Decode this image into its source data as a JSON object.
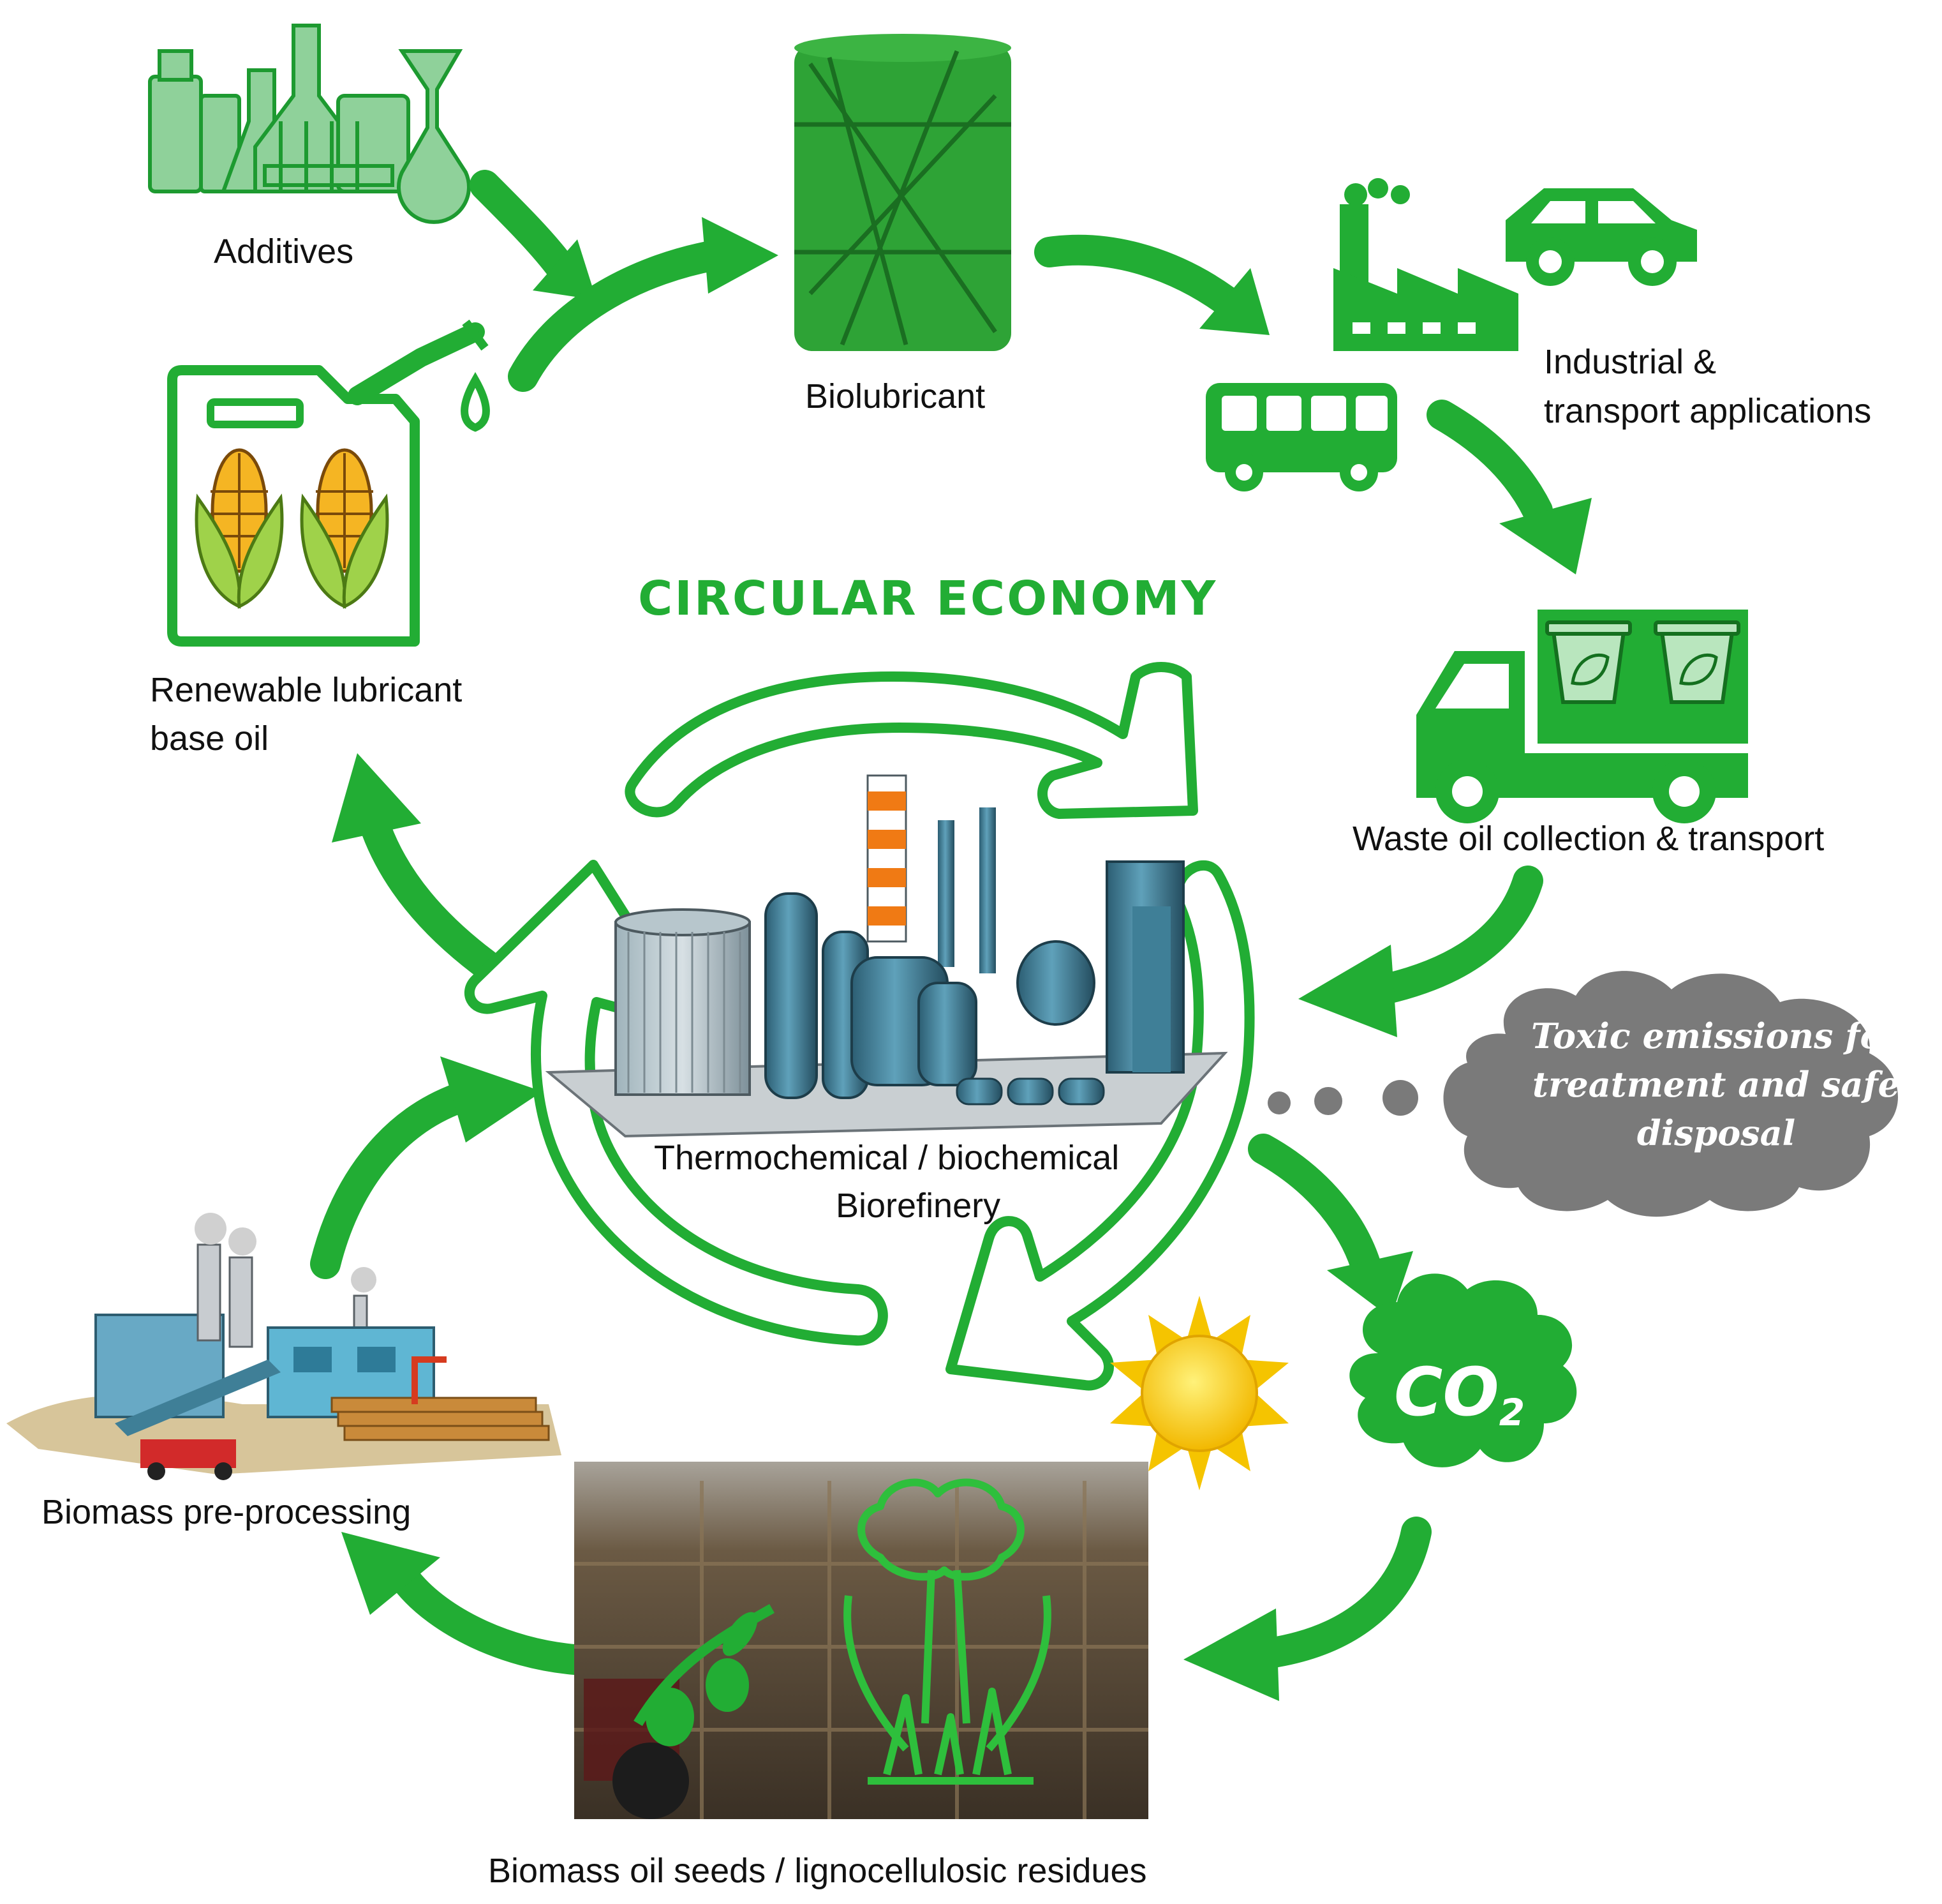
{
  "colors": {
    "accent": "#22ad34",
    "accent_dark": "#1a8c2b",
    "cloud": "#7a7a7a",
    "sun": "#f5c400",
    "refinery": "#3d7a93"
  },
  "title": "CIRCULAR ECONOMY",
  "nodes": {
    "additives": "Additives",
    "biolubricant": "Biolubricant",
    "applications_line1": "Industrial &",
    "applications_line2": "transport applications",
    "waste_collection": "Waste oil collection & transport",
    "base_oil_line1": "Renewable lubricant",
    "base_oil_line2": "base oil",
    "biorefinery_line1": "Thermochemical / biochemical",
    "biorefinery_line2": "Biorefinery",
    "preprocessing": "Biomass pre-processing",
    "feedstock": "Biomass oil seeds / lignocellulosic residues"
  },
  "emissions": {
    "line1": "Toxic emissions for",
    "line2": "treatment and safe",
    "line3": "disposal"
  },
  "co2": {
    "main": "CO",
    "sub": "2"
  },
  "icons": [
    "lab-glassware-icon",
    "oil-drum-icon",
    "factory-icon",
    "car-icon",
    "bus-icon",
    "recycling-truck-icon",
    "jerry-can-corn-icon",
    "oil-refinery-icon",
    "biomass-plant-icon",
    "sun-icon",
    "co2-cloud-icon",
    "toxic-cloud-icon",
    "tree-icon",
    "olive-branch-icon",
    "hay-bales-photo"
  ]
}
